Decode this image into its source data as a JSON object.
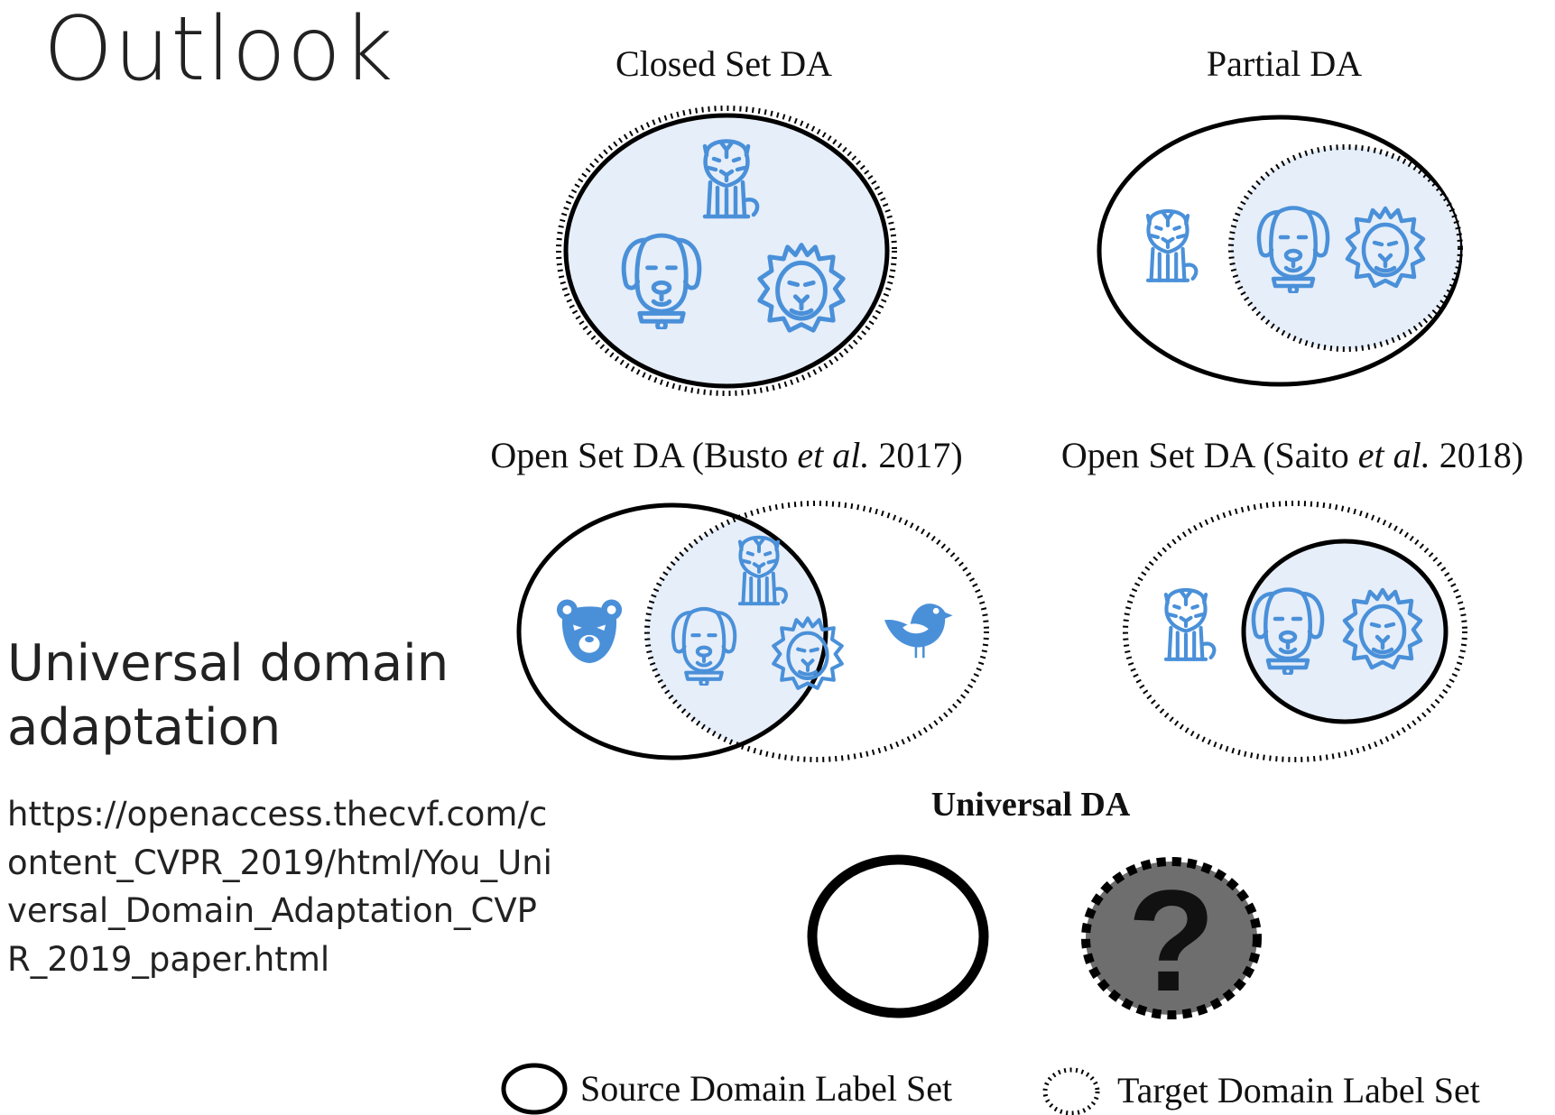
{
  "slide": {
    "title": "Outlook",
    "heading": "Universal domain adaptation",
    "url": "https://openaccess.thecvf.com/content_CVPR_2019/html/You_Universal_Domain_Adaptation_CVPR_2019_paper.html"
  },
  "figure": {
    "panels": [
      {
        "key": "closed",
        "title_parts": [
          "Closed Set DA"
        ]
      },
      {
        "key": "partial",
        "title_parts": [
          "Partial DA"
        ]
      },
      {
        "key": "open_busto",
        "title_parts": [
          "Open Set DA (Busto ",
          "et al.",
          " 2017)"
        ]
      },
      {
        "key": "open_saito",
        "title_parts": [
          "Open Set DA (Saito ",
          "et al.",
          " 2018)"
        ]
      },
      {
        "key": "universal",
        "title_parts": [
          "Universal DA"
        ],
        "unknown_symbol": "?"
      }
    ],
    "legend": {
      "source": "Source Domain Label Set",
      "target": "Target Domain Label Set"
    },
    "colors": {
      "icon_blue": "#4a90d9",
      "fill_light": "#e6eef9",
      "outline": "#000000",
      "unknown_fill": "#6e6e6e"
    },
    "icons": [
      "tiger-icon",
      "dog-icon",
      "lion-icon",
      "bear-icon",
      "bird-icon"
    ]
  }
}
